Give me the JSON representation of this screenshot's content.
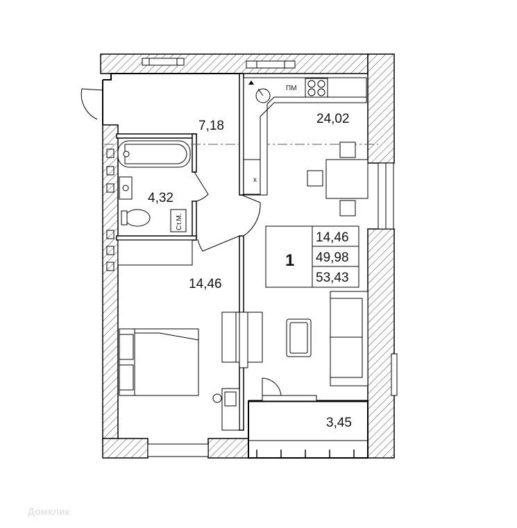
{
  "apartment": {
    "rooms_count": "1",
    "living_area": "14,46",
    "total_area": "49,98",
    "total_area_with_balcony": "53,43"
  },
  "rooms": {
    "hall": "7,18",
    "bathroom": "4,32",
    "kitchen_living": "24,02",
    "bedroom": "14,46",
    "balcony": "3,45"
  },
  "fixtures": {
    "dishwasher_label": "ПМ",
    "refrigerator_label": "х",
    "riser_label": "Ст.М."
  },
  "watermark": {
    "text": "Домклик"
  }
}
